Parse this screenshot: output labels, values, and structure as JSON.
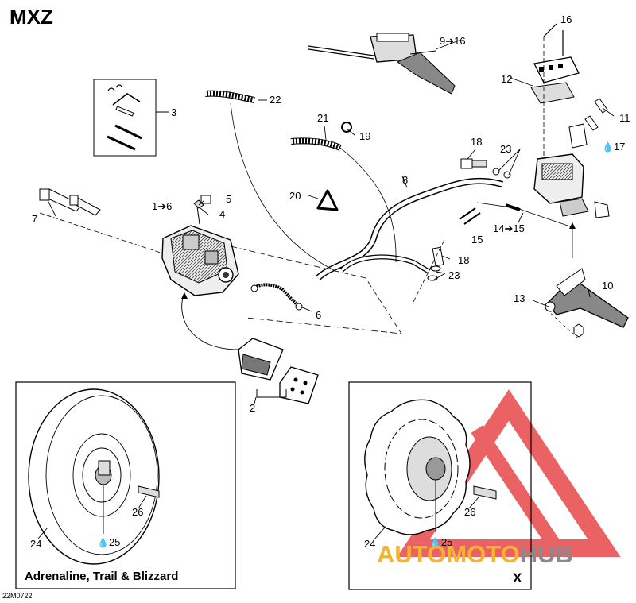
{
  "title": "MXZ",
  "drawing_code": "22M0722",
  "callouts": {
    "c1": "1➔6",
    "c2": "2",
    "c3": "3",
    "c4": "4",
    "c5": "5",
    "c6": "6",
    "c7": "7",
    "c8": "8",
    "c9": "9➔16",
    "c10": "10",
    "c11": "11",
    "c12": "12",
    "c13": "13",
    "c14": "14➔15",
    "c15": "15",
    "c16": "16",
    "c17": "17",
    "c18a": "18",
    "c18b": "18",
    "c19": "19",
    "c20": "20",
    "c21": "21",
    "c22": "22",
    "c23a": "23",
    "c23b": "23",
    "c24a": "24",
    "c24b": "24",
    "c25a": "25",
    "c25b": "25",
    "c26a": "26",
    "c26b": "26"
  },
  "panels": {
    "left_caption": "Adrenaline, Trail & Blizzard",
    "right_letter": "X"
  },
  "watermark": {
    "part1": "AUTOMOTO",
    "part2": "HUB",
    "color_primary": "#f5b331",
    "color_secondary": "#8a8a8a",
    "triangle_color": "#e8474b"
  },
  "icons": {
    "drop": "oil-drop-icon"
  }
}
